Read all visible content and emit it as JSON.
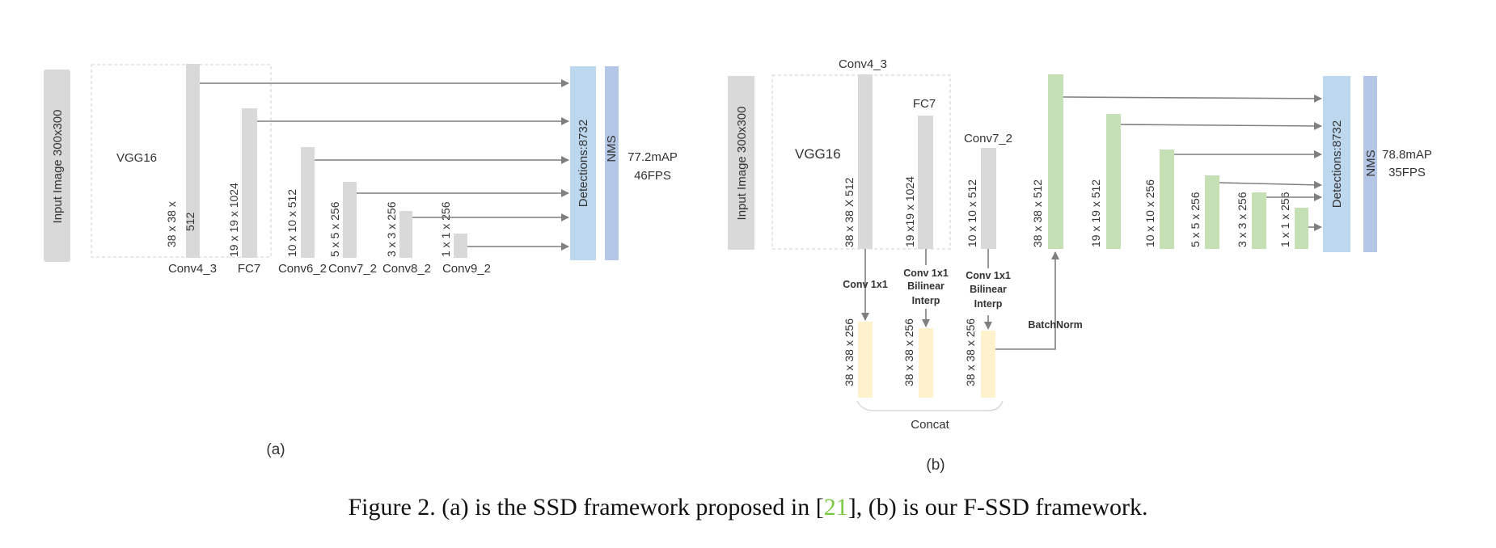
{
  "colors": {
    "gray_block": "#d9d9d9",
    "green_block": "#c5e0b4",
    "yellow_block": "#fff2cc",
    "detections_block": "#bdd7ee",
    "nms_block": "#b4c7e7",
    "arrow": "#7f7f7f",
    "citation": "#7ac943"
  },
  "diagram_a": {
    "input_label": "Input Image 300x300",
    "backbone_label": "VGG16",
    "layers": [
      {
        "name": "Conv4_3",
        "dims_line1": "38 x 38 x",
        "dims_line2": "512"
      },
      {
        "name": "FC7",
        "dims": "19 x 19 x 1024"
      },
      {
        "name": "Conv6_2",
        "dims": "10 x 10 x 512"
      },
      {
        "name": "Conv7_2",
        "dims": "5 x 5 x 256"
      },
      {
        "name": "Conv8_2",
        "dims": "3 x 3 x 256"
      },
      {
        "name": "Conv9_2",
        "dims": "1 x 1 x 256"
      }
    ],
    "detections_label": "Detections:8732",
    "nms_label": "NMS",
    "result_map": "77.2mAP",
    "result_fps": "46FPS",
    "sublabel": "(a)"
  },
  "diagram_b": {
    "input_label": "Input Image 300x300",
    "backbone_label": "VGG16",
    "conv43_label": "Conv4_3",
    "fc7_label": "FC7",
    "conv72_label": "Conv7_2",
    "gray_dims": [
      "38 x 38 X 512",
      "19 x19  x 1024",
      "10 x 10 x 512"
    ],
    "op1_line1": "Conv 1x1",
    "op2_line1": "Conv 1x1",
    "op2_line2": "Bilinear",
    "op2_line3": "Interp",
    "op3_line1": "Conv 1x1",
    "op3_line2": "Bilinear",
    "op3_line3": "Interp",
    "yellow_dims": [
      "38 x 38 x 256",
      "38 x 38 x 256",
      "38 x 38 x 256"
    ],
    "concat_label": "Concat",
    "batchnorm_label": "BatchNorm",
    "green_dims": [
      "38 x 38 x 512",
      "19 x 19 x 512",
      "10 x 10 x 256",
      "5 x 5 x 256",
      "3 x 3 x 256",
      "1 x 1 x 256"
    ],
    "detections_label": "Detections:8732",
    "nms_label": "NMS",
    "result_map": "78.8mAP",
    "result_fps": "35FPS",
    "sublabel": "(b)"
  },
  "caption": {
    "prefix": "Figure 2. (a) is the SSD framework proposed in [",
    "citation": "21",
    "suffix": "], (b) is our F-SSD framework."
  }
}
